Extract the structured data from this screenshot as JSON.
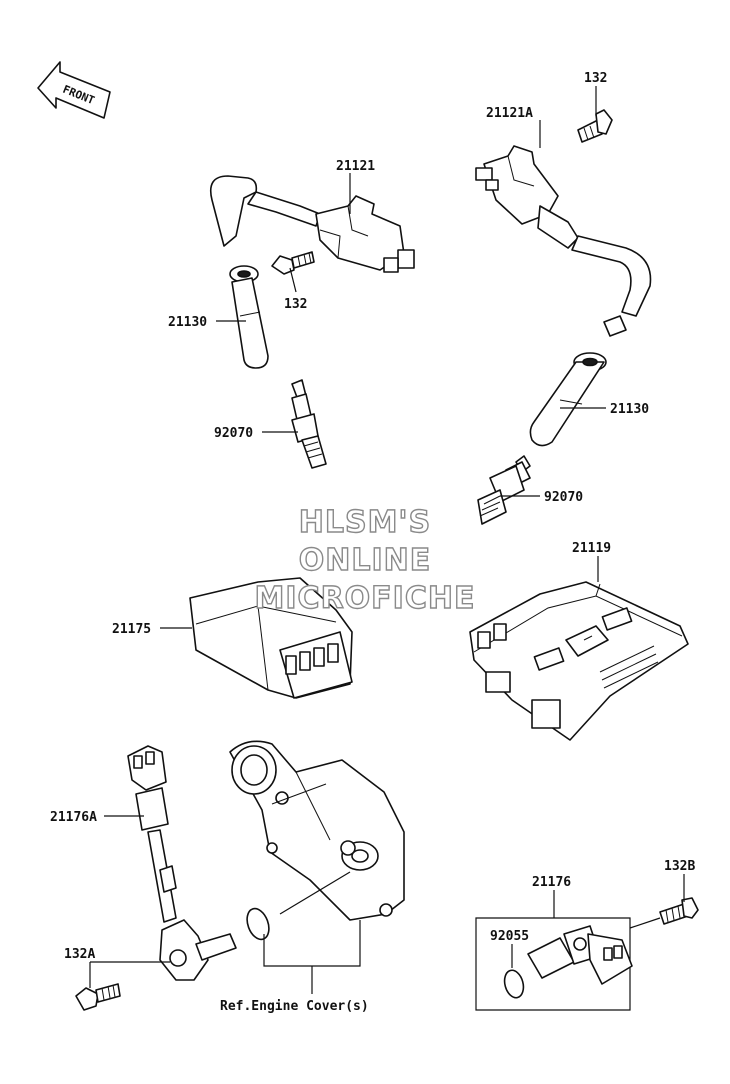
{
  "front_arrow": {
    "label": "FRONT"
  },
  "watermark": {
    "line1": "HLSM'S",
    "line2": "ONLINE",
    "line3": "MICROFICHE"
  },
  "labels": {
    "p21121": "21121",
    "p132_left": "132",
    "p21130_left": "21130",
    "p92070_left": "92070",
    "p132_right": "132",
    "p21121A": "21121A",
    "p21130_right": "21130",
    "p92070_right": "92070",
    "p21119": "21119",
    "p21175": "21175",
    "p21176A": "21176A",
    "p132A": "132A",
    "p21176": "21176",
    "p132B": "132B",
    "p92055": "92055",
    "ref_engine_cover": "Ref.Engine Cover(s)"
  }
}
